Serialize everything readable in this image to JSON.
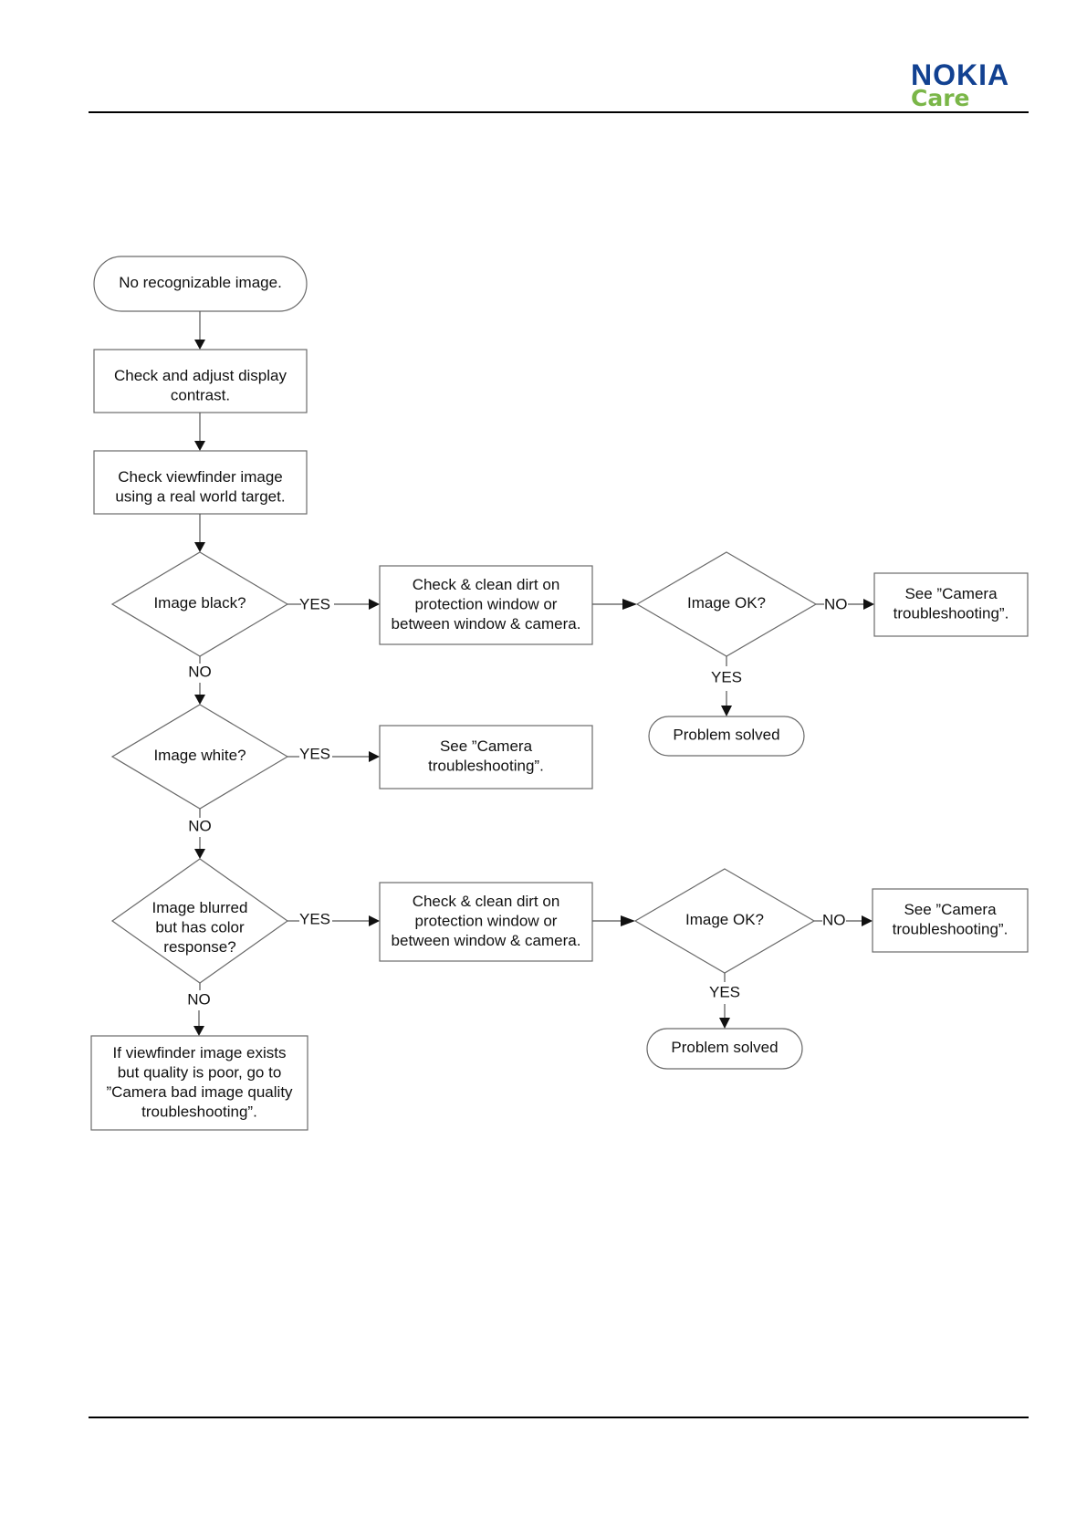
{
  "header": {
    "brand": "NOKIA",
    "sub_brand": "Care",
    "brand_color": "#124191",
    "sub_brand_color": "#7ab648"
  },
  "flowchart": {
    "start": "No recognizable image.",
    "step_contrast": [
      "Check and adjust display",
      "contrast."
    ],
    "step_viewfinder": [
      "Check viewfinder image",
      "using a real world target."
    ],
    "decision_black": [
      "Image black?"
    ],
    "decision_white": [
      "Image white?"
    ],
    "decision_blurred": [
      "Image blurred",
      "but has color",
      "response?"
    ],
    "clean_1": [
      "Check & clean dirt on",
      "protection window or",
      "between window & camera."
    ],
    "clean_2": [
      "Check & clean dirt on",
      "protection window or",
      "between window & camera."
    ],
    "decision_ok_1": [
      "Image OK?"
    ],
    "decision_ok_2": [
      "Image OK?"
    ],
    "see_camera_1": [
      "See ”Camera",
      "troubleshooting”."
    ],
    "see_camera_2": [
      "See ”Camera",
      "troubleshooting”."
    ],
    "see_camera_3": [
      "See ”Camera",
      "troubleshooting”."
    ],
    "solved_1": "Problem solved",
    "solved_2": "Problem solved",
    "poor_quality": [
      "If viewfinder image exists",
      "but quality is poor, go to",
      "”Camera bad image quality",
      "troubleshooting”."
    ],
    "labels": {
      "yes_black": "YES",
      "no_black": "NO",
      "yes_white": "YES",
      "no_white": "NO",
      "yes_blurred": "YES",
      "no_blurred": "NO",
      "no_ok_1": "NO",
      "yes_ok_1": "YES",
      "no_ok_2": "NO",
      "yes_ok_2": "YES"
    }
  }
}
